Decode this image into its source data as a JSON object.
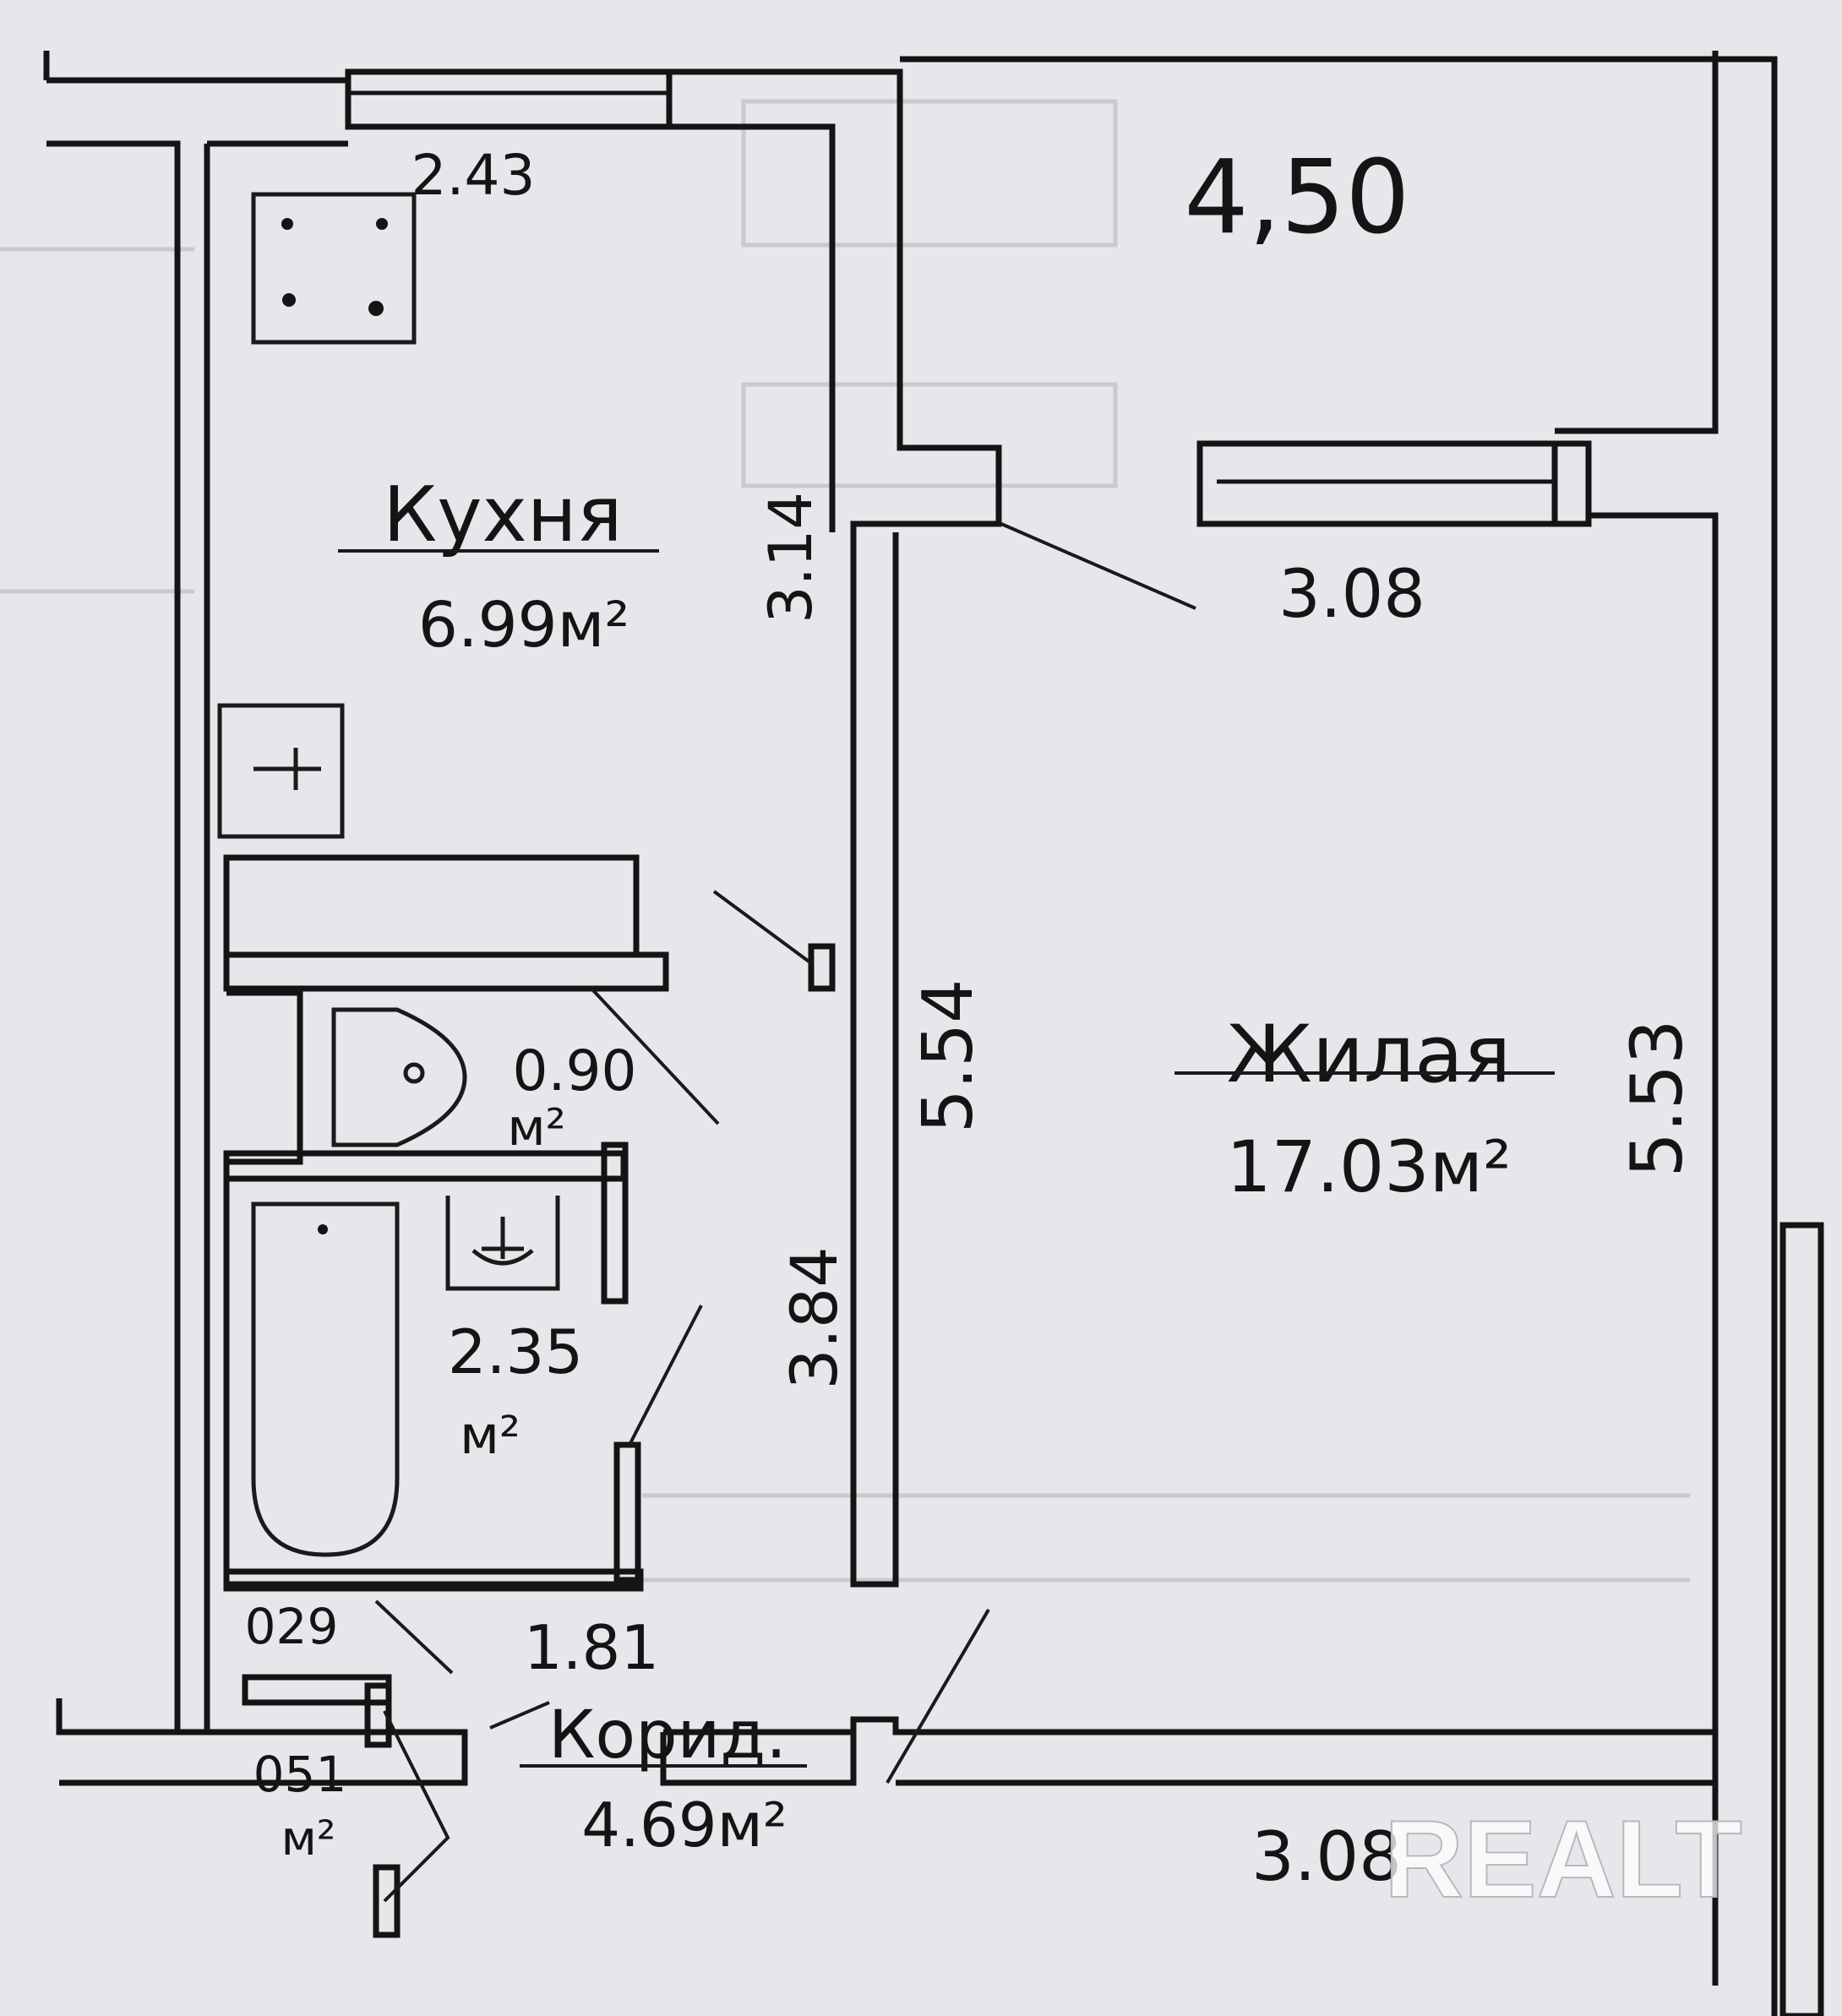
{
  "kitchen": {
    "name": "Кухня",
    "area": "6.99м²",
    "width": "2.43",
    "side": "3.14"
  },
  "living": {
    "name": "Жилая",
    "area": "17.03м²",
    "length": "5.53",
    "width_top": "3.08",
    "width_bottom": "3.08"
  },
  "wc": {
    "area": "0.90",
    "unit": "м²"
  },
  "bath": {
    "area": "2.35",
    "unit": "м²"
  },
  "corridor": {
    "name": "Корид.",
    "area": "4.69м²",
    "width": "1.81",
    "length": "3.84",
    "wall": "5.54"
  },
  "closet": {
    "width": "029",
    "area": "051",
    "unit": "м²"
  },
  "balcony": {
    "length": "4,50"
  },
  "watermark": "REALT",
  "colors": {
    "ink": "#141414",
    "paper": "#e6e7ea",
    "watermark": "#ffffff"
  }
}
